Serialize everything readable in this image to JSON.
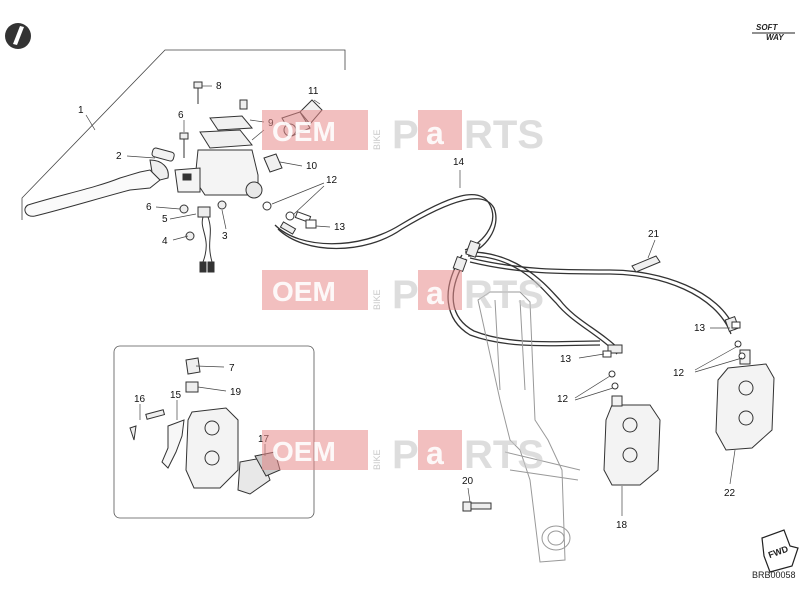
{
  "logo": {
    "line1": "SOFT",
    "line2": "WAY"
  },
  "drawing_code": "BRB00058",
  "fwd_label": "FWD",
  "watermark": {
    "left": "OEM",
    "mid": "BIKE",
    "right_a": "P",
    "right_b": "a",
    "right_c": "RTS"
  },
  "callouts": [
    {
      "id": "c1",
      "text": "1"
    },
    {
      "id": "c2",
      "text": "2"
    },
    {
      "id": "c3",
      "text": "3"
    },
    {
      "id": "c4",
      "text": "4"
    },
    {
      "id": "c5",
      "text": "5"
    },
    {
      "id": "c6a",
      "text": "6"
    },
    {
      "id": "c6b",
      "text": "6"
    },
    {
      "id": "c7",
      "text": "7"
    },
    {
      "id": "c8",
      "text": "8"
    },
    {
      "id": "c9",
      "text": "9"
    },
    {
      "id": "c10",
      "text": "10"
    },
    {
      "id": "c11",
      "text": "11"
    },
    {
      "id": "c12a",
      "text": "12"
    },
    {
      "id": "c12b",
      "text": "12"
    },
    {
      "id": "c12c",
      "text": "12"
    },
    {
      "id": "c13a",
      "text": "13"
    },
    {
      "id": "c13b",
      "text": "13"
    },
    {
      "id": "c13c",
      "text": "13"
    },
    {
      "id": "c14",
      "text": "14"
    },
    {
      "id": "c15",
      "text": "15"
    },
    {
      "id": "c16",
      "text": "16"
    },
    {
      "id": "c17",
      "text": "17"
    },
    {
      "id": "c18",
      "text": "18"
    },
    {
      "id": "c19",
      "text": "19"
    },
    {
      "id": "c20",
      "text": "20"
    },
    {
      "id": "c21",
      "text": "21"
    },
    {
      "id": "c22",
      "text": "22"
    }
  ]
}
